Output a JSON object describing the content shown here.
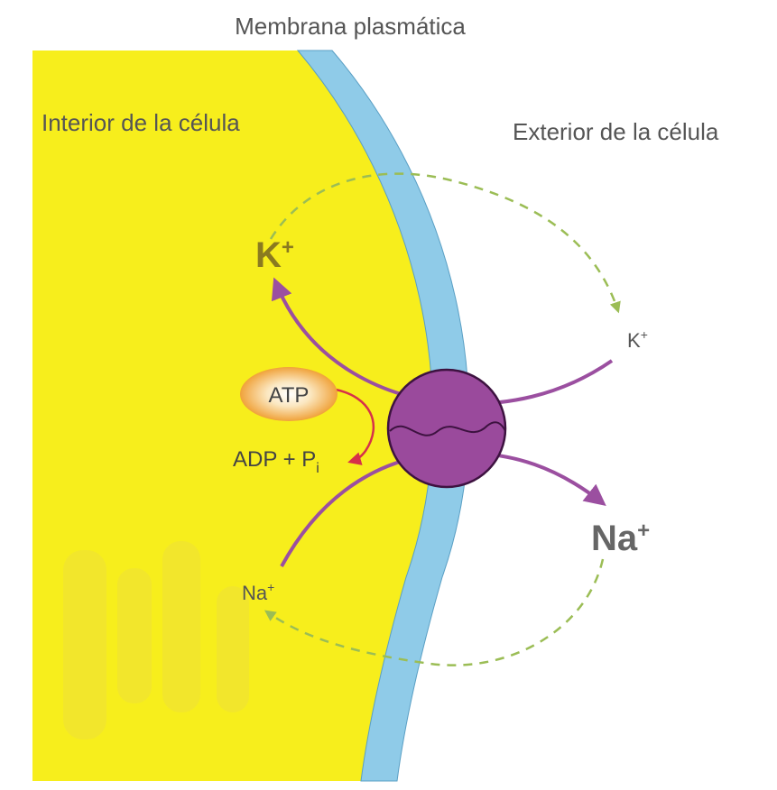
{
  "labels": {
    "membrane": "Membrana plasmática",
    "interior": "Interior de la célula",
    "exterior": "Exterior de la célula",
    "k_large": "K",
    "k_small": "K",
    "na_large": "Na",
    "na_small": "Na",
    "plus": "+",
    "atp": "ATP",
    "adp": "ADP + P",
    "adp_sub": "i"
  },
  "colors": {
    "cytoplasm": "#f7ee1c",
    "membrane": "#8fcbe8",
    "pump": "#9a4a9c",
    "arrow_purple": "#9b4fa0",
    "arrow_red": "#d6304a",
    "dashed_green": "#9bbd55",
    "text_gray": "#555555",
    "k_label": "#8a7a20"
  },
  "icons": [
    "atp-oval",
    "sodium-potassium-pump"
  ]
}
